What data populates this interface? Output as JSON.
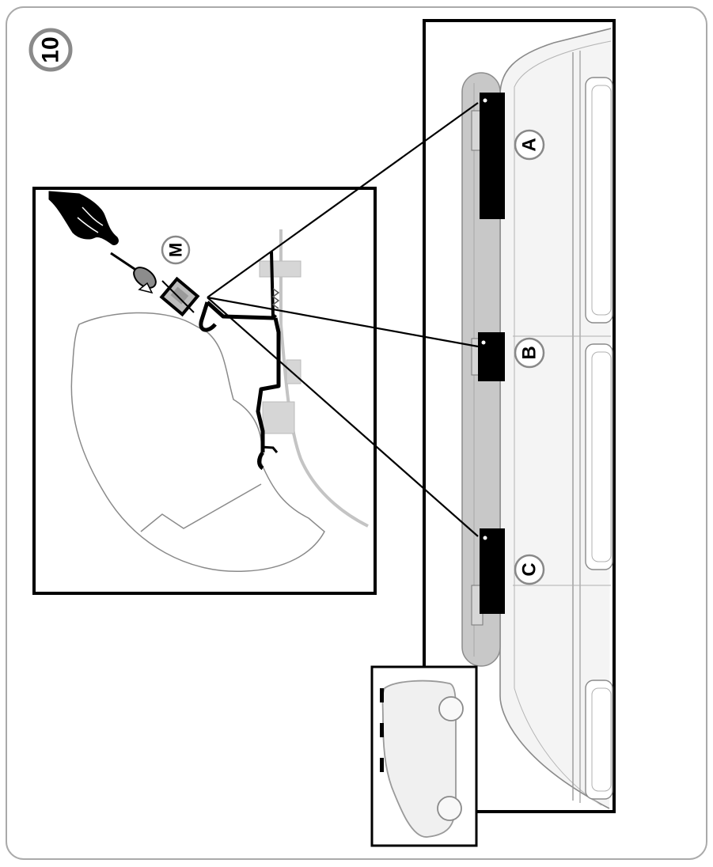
{
  "step": {
    "number": "10"
  },
  "labels": {
    "bracket_a": "A",
    "bracket_b": "B",
    "bracket_c": "C",
    "detail_m": "M"
  },
  "icons": {
    "hand": "hand-icon",
    "wrench": "wrench-icon",
    "van_top_view": "van-icon"
  },
  "colors": {
    "ink": "#000000",
    "rail_fill": "#c8c8c8",
    "rail_stroke": "#8c8c8c",
    "van_line": "#9a9a9a",
    "van_fill": "#f2f2f2",
    "frame": "#aaaaaa"
  }
}
